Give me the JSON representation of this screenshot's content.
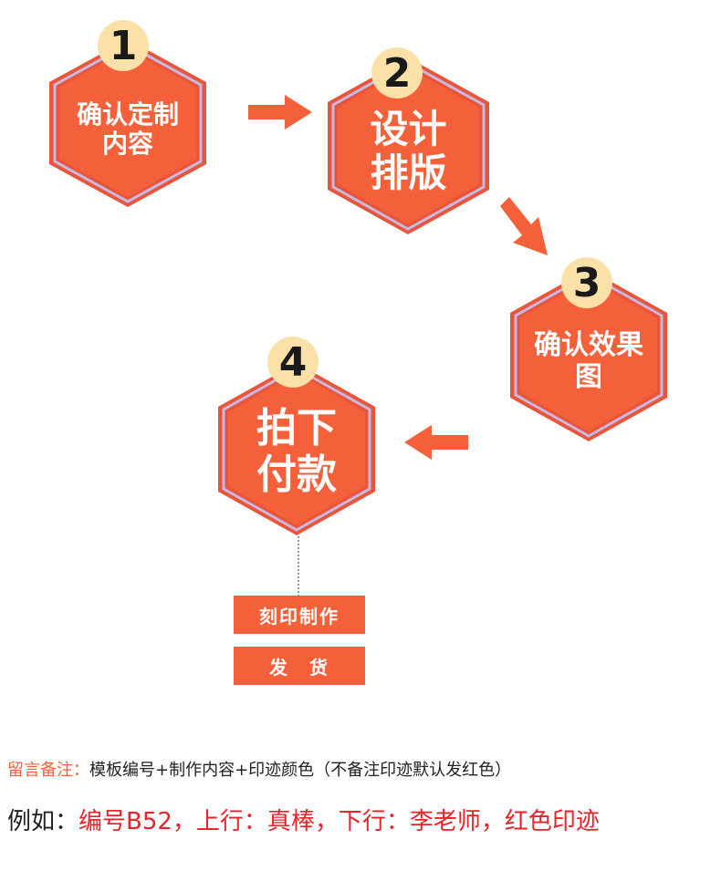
{
  "steps": [
    {
      "number": "1",
      "label": "确认定制\n内容"
    },
    {
      "number": "2",
      "label": "设计\n排版"
    },
    {
      "number": "3",
      "label": "确认效果\n图"
    },
    {
      "number": "4",
      "label": "拍下\n付款"
    }
  ],
  "tags": {
    "engrave": "刻印制作",
    "ship": "发　货"
  },
  "notes": {
    "remark_prefix": "留言备注：",
    "remark_text": "模板编号+制作内容+印迹颜色（不备注印迹默认发红色）",
    "example_prefix": "例如：",
    "example_text": "编号B52，上行：真棒，下行：李老师，红色印迹"
  },
  "colors": {
    "hex_fill": "#f3603a",
    "hex_outer": "#e8553a",
    "hex_inner_border": "#c9b8e0",
    "badge": "#fbe1a8",
    "note_red": "#e8232a",
    "note_dark": "#222222"
  }
}
